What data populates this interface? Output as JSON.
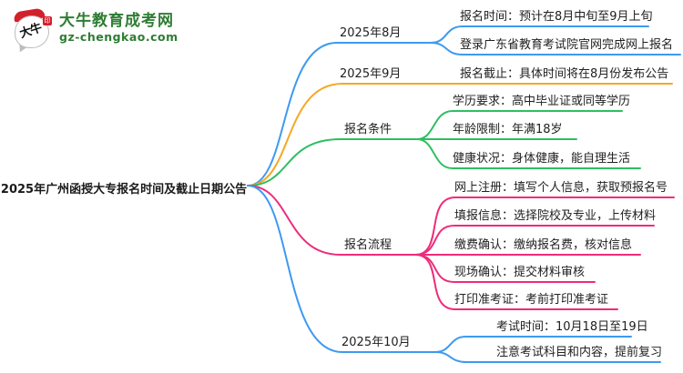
{
  "logo": {
    "icon_text": "大牛",
    "seal_text": "印",
    "title": "大牛教育成考网",
    "domain": "gz-chengkao.com",
    "brand_color": "#2e7d33"
  },
  "root": {
    "title": "2025年广州函授大专报名时间及截止日期公告"
  },
  "branches": [
    {
      "label": "2025年8月",
      "color": "#3d9af0",
      "leaves": [
        "报名时间：预计在8月中旬至9月上旬",
        "登录广东省教育考试院官网完成网上报名"
      ]
    },
    {
      "label": "2025年9月",
      "color": "#f7a823",
      "leaves": [
        "报名截止：具体时间将在8月份发布公告"
      ]
    },
    {
      "label": "报名条件",
      "color": "#2ebe62",
      "leaves": [
        "学历要求：高中毕业证或同等学历",
        "年龄限制：年满18岁",
        "健康状况：身体健康，能自理生活"
      ]
    },
    {
      "label": "报名流程",
      "color": "#ee2c7a",
      "leaves": [
        "网上注册：填写个人信息，获取预报名号",
        "填报信息：选择院校及专业，上传材料",
        "缴费确认：缴纳报名费，核对信息",
        "现场确认：提交材料审核",
        "打印准考证：考前打印准考证"
      ]
    },
    {
      "label": "2025年10月",
      "color": "#3d9af0",
      "leaves": [
        "考试时间：10月18日至19日",
        "注意考试科目和内容，提前复习"
      ]
    }
  ]
}
